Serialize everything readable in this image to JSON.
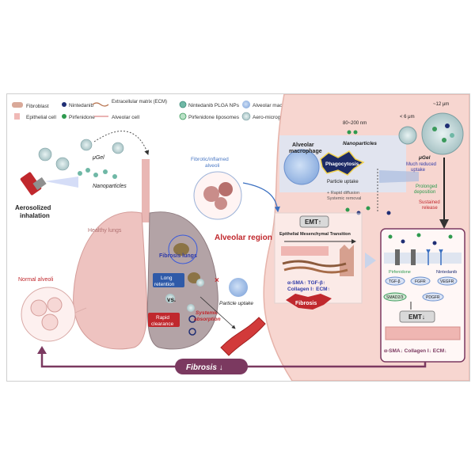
{
  "legend": {
    "fibroblast": "Fibroblast",
    "nintedanib": "Nintedanib",
    "ecm": "Extracellular matrix (ECM)",
    "plga": "Nintedanib PLGA NPs",
    "alveolar_macrophage": "Alveolar macrophage",
    "epithelial": "Epithelial cell",
    "pirfenidone": "Pirfenidone",
    "alveolar_cell": "Alveolar cell",
    "liposomes": "Pirfenidone liposomes",
    "aero": "Aero-microgels"
  },
  "left": {
    "ugel": "μGel",
    "nanoparticles": "Nanoparticles",
    "aerosolized": "Aerosolized",
    "inhalation": "inhalation",
    "healthy_lungs": "Healthy lungs",
    "fibrosis_lungs": "Fibrosis lungs",
    "fibrotic_inflamed": "Fibrotic/inflamed",
    "alveoli": "alveoli",
    "long": "Long",
    "retention": "retention",
    "vs": "vs.",
    "rapid": "Rapid",
    "clearance": "clearance",
    "systemic": "Systemic",
    "absorption": "absorption",
    "particle_uptake": "Particle uptake",
    "normal_alveoli": "Normal alveoli",
    "alveolar_region": "Alveolar region"
  },
  "right": {
    "macrophage_1": "Alveolar",
    "macrophage_2": "macrophage",
    "phagocytosis": "Phagocytosis",
    "particle_uptake": "Particle uptake",
    "size_small": "80~200 nm",
    "size_mid": "< 6 μm",
    "size_large": "~12 μm",
    "nanoparticles": "Nanoparticles",
    "ugel": "μGel",
    "rapid_diffusion": "+ Rapid diffusion",
    "systemic_removal": "Systemic removal",
    "much_reduced": "Much reduced",
    "uptake": "uptake",
    "prolonged": "Prolonged",
    "deposition": "deposition",
    "sustained": "Sustained",
    "release": "release",
    "emt_up": "EMT↑",
    "emt_full": "Epithelial Mesenchymal Transition",
    "markers_1": "α-SMA↑ TGF-β↑",
    "markers_2": "Collagen I↑ ECM↑",
    "fibrosis": "Fibrosis",
    "pirfenidone": "Pirfenidone",
    "nintedanib": "Nintedanib",
    "tgfb": "TGF-β",
    "fgfr": "FGFR",
    "vegfr": "VEGFR",
    "smad": "SMAD2/3",
    "pdgfr": "PDGFR",
    "emt_down": "EMT↓",
    "markers_down": "α-SMA↓ Collagen I↓ ECM↓"
  },
  "bottom": {
    "fibrosis_down": "Fibrosis ↓"
  },
  "colors": {
    "lung_healthy": "#eec3c0",
    "lung_fibrosis": "#b3a3a6",
    "tissue": "#f7d6d0",
    "accent_red": "#c0282d",
    "blue_box": "#2f5aa8",
    "navy_dot": "#1f2e74",
    "green_dot": "#2e9a4e",
    "purple_arrow": "#7b3960"
  }
}
